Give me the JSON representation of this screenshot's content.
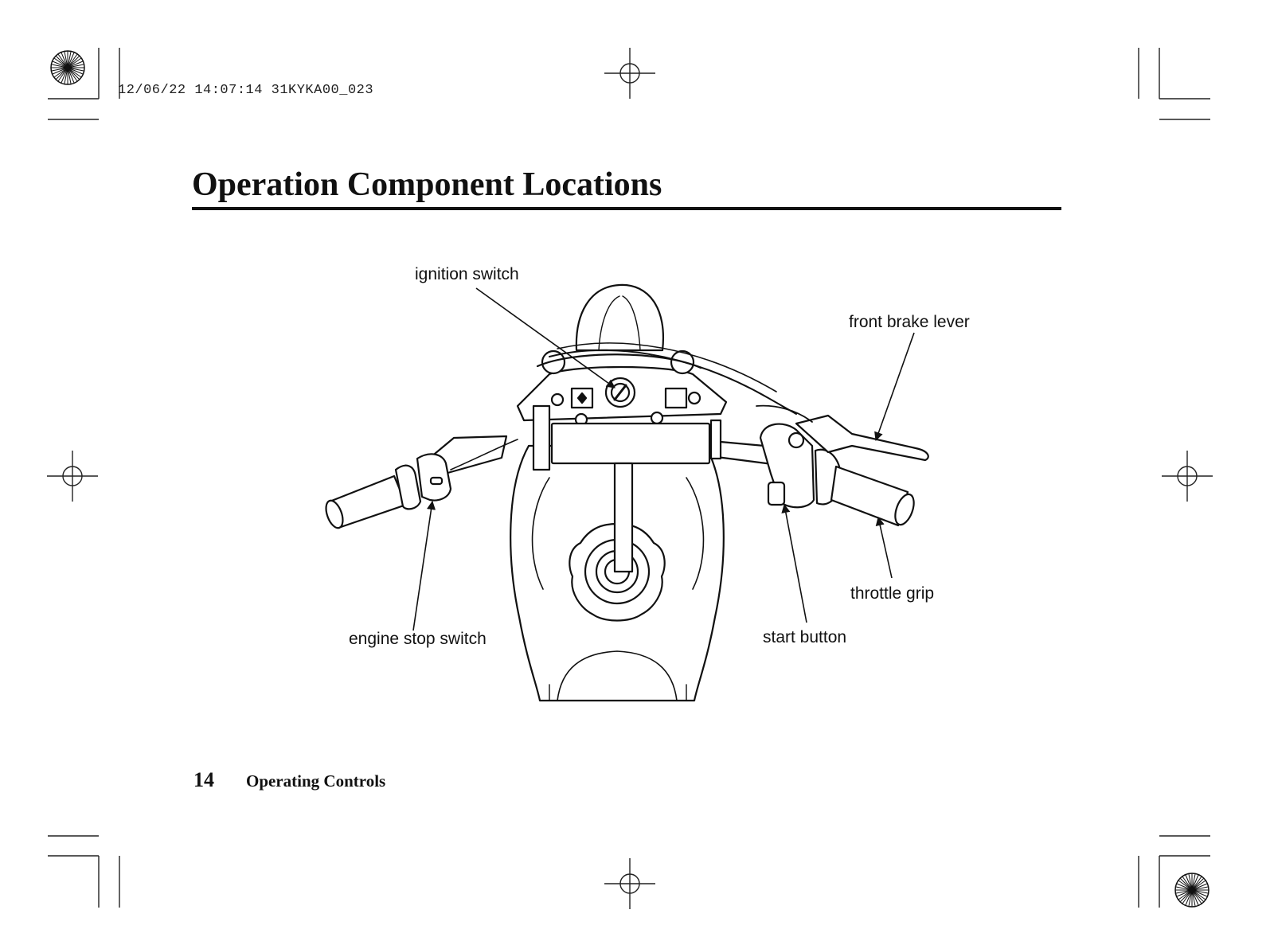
{
  "print_stamp": "12/06/22 14:07:14 31KYKA00_023",
  "page_title": "Operation Component Locations",
  "callouts": {
    "ignition_switch": "ignition switch",
    "front_brake_lever": "front brake lever",
    "throttle_grip": "throttle grip",
    "start_button": "start button",
    "engine_stop_switch": "engine stop switch"
  },
  "footer": {
    "page_number": "14",
    "section": "Operating Controls"
  },
  "colors": {
    "ink": "#111111",
    "paper": "#ffffff"
  },
  "icons": [
    "registration-crosshair-icon",
    "registration-starburst-icon"
  ]
}
